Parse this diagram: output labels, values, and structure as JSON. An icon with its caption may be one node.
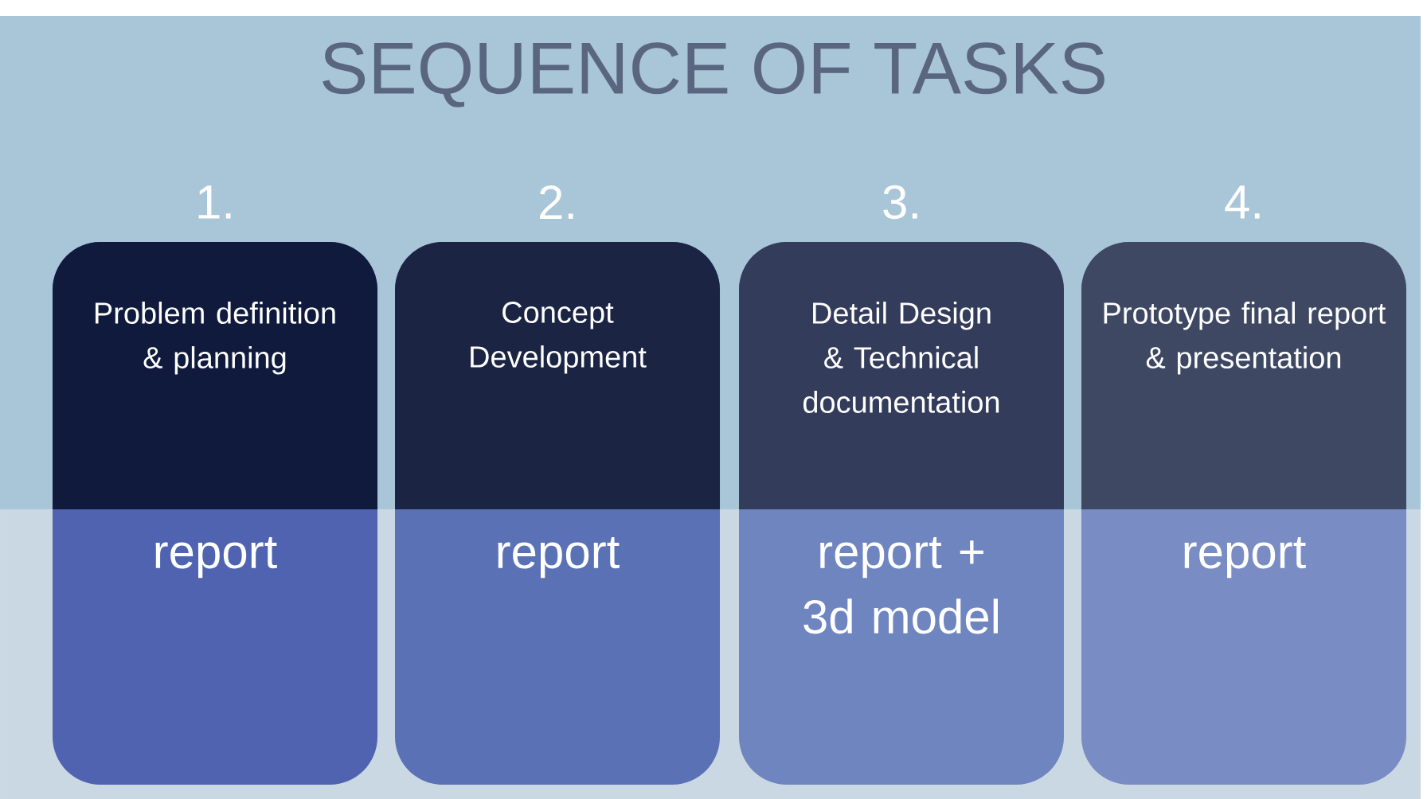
{
  "diagram": {
    "title": "SEQUENCE OF TASKS",
    "nodes": [
      {
        "text": [
          "1.",
          "Problem definition & planning",
          "report"
        ]
      },
      {
        "text": [
          "2.",
          "Concept Development",
          "report"
        ]
      },
      {
        "text": [
          "3.",
          "Detail Design & Technical documentation",
          "report + 3d model"
        ]
      },
      {
        "text": [
          "4.",
          "Prototype final report & presentation",
          "report"
        ]
      }
    ]
  }
}
